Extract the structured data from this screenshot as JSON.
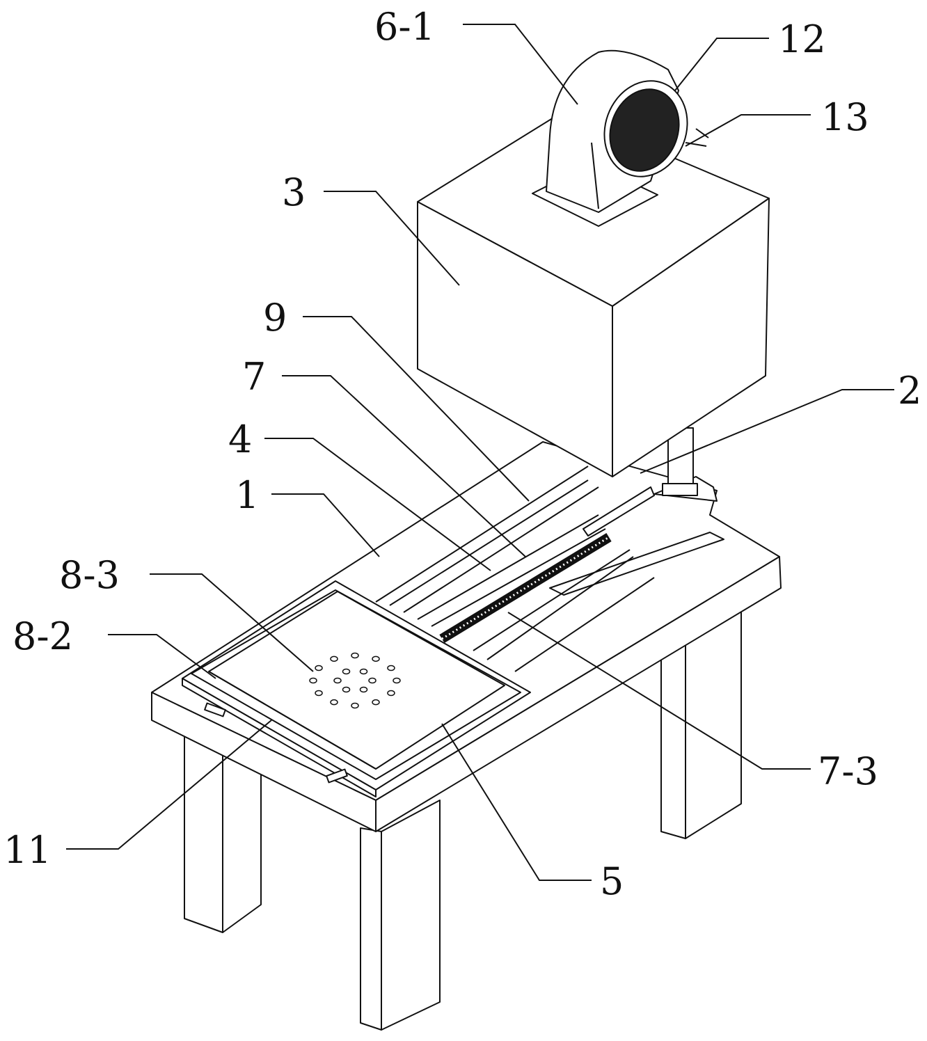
{
  "figure": {
    "labels": {
      "fan_duct": "6-1",
      "filter_ring": "12",
      "filter_mesh": "13",
      "housing": "3",
      "guide_rail": "9",
      "drive_assembly": "7",
      "slide_groove": "4",
      "table": "1",
      "support_column": "2",
      "suction_holes": "8-3",
      "platform_frame": "8-2",
      "clamp": "11",
      "work_plate": "5",
      "rack": "7-3"
    }
  }
}
